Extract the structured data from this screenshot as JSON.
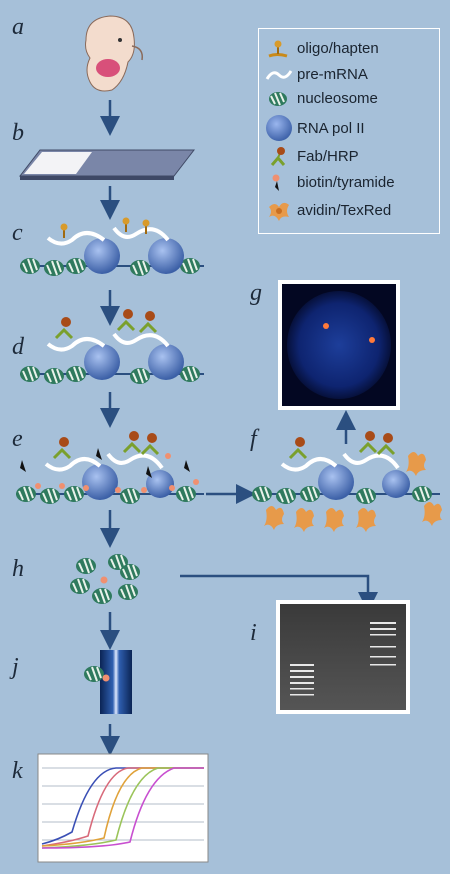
{
  "steps": {
    "a": "a",
    "b": "b",
    "c": "c",
    "d": "d",
    "e": "e",
    "f": "f",
    "g": "g",
    "h": "h",
    "i": "i",
    "j": "j",
    "k": "k"
  },
  "legend": {
    "items": [
      {
        "icon": "oligo-hapten-icon",
        "label": "oligo/hapten"
      },
      {
        "icon": "pre-mrna-icon",
        "label": "pre-mRNA"
      },
      {
        "icon": "nucleosome-icon",
        "label": "nucleosome"
      },
      {
        "icon": "rna-pol-ii-icon",
        "label": "RNA pol II"
      },
      {
        "icon": "fab-hrp-icon",
        "label": "Fab/HRP"
      },
      {
        "icon": "biotin-tyramide-icon",
        "label": "biotin/tyramide"
      },
      {
        "icon": "avidin-texred-icon",
        "label": "avidin/TexRed"
      }
    ]
  },
  "colors": {
    "background": "#a6c0d9",
    "arrow": "#2b4f80",
    "polymerase": "#5b82c6",
    "nucleosome": "#2f7a5e",
    "hapten": "#c98a1a",
    "fab": "#7aa02d",
    "hrp": "#a84b18",
    "biotin": "#f09070",
    "avidin": "#e79a4a",
    "curves": [
      "#3a4fb5",
      "#d86a7a",
      "#e0a23a",
      "#9bc45a",
      "#c84fd0"
    ]
  }
}
